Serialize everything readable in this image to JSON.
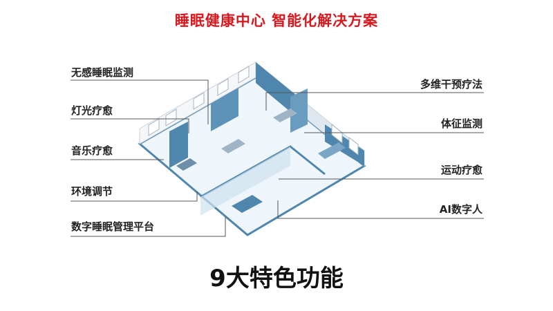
{
  "title": "睡眠健康中心  智能化解决方案",
  "left_labels": [
    "无感睡眠监测",
    "灯光疗愈",
    "音乐疗愈",
    "环境调节",
    "数字睡眠管理平台"
  ],
  "right_labels": [
    "多维干预疗法",
    "体征监测",
    "运动疗愈",
    "AI数字人"
  ],
  "footer": "9大特色功能",
  "colors": {
    "title": "#d7191f",
    "wall": "#4f86ad",
    "floor": "#eef5fb",
    "line": "#555555"
  }
}
